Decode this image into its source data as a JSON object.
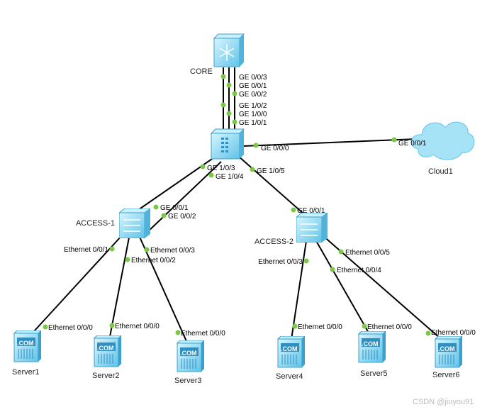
{
  "colors": {
    "link": "#000000",
    "port_dot": "#7ac943",
    "device": "#8fdcf5",
    "cloud": "#9fe0f7"
  },
  "devices": {
    "core": {
      "name": "CORE",
      "icon": "core-switch-icon"
    },
    "aggregation": {
      "name": "",
      "icon": "firewall-switch-icon"
    },
    "cloud": {
      "name": "Cloud1",
      "icon": "cloud-icon"
    },
    "access1": {
      "name": "ACCESS-1",
      "icon": "switch-icon"
    },
    "access2": {
      "name": "ACCESS-2",
      "icon": "switch-icon"
    },
    "servers": [
      {
        "name": "Server1",
        "icon": "server-icon",
        "badge": ".COM"
      },
      {
        "name": "Server2",
        "icon": "server-icon",
        "badge": ".COM"
      },
      {
        "name": "Server3",
        "icon": "server-icon",
        "badge": ".COM"
      },
      {
        "name": "Server4",
        "icon": "server-icon",
        "badge": ".COM"
      },
      {
        "name": "Server5",
        "icon": "server-icon",
        "badge": ".COM"
      },
      {
        "name": "Server6",
        "icon": "server-icon",
        "badge": ".COM"
      }
    ]
  },
  "ports": {
    "core_a": "GE 0/0/3",
    "core_b": "GE 0/0/1",
    "core_c": "GE 0/0/2",
    "agg_a": "GE 1/0/2",
    "agg_b": "GE 1/0/0",
    "agg_c": "GE 1/0/1",
    "agg_cloud": "GE 0/0/0",
    "cloud": "GE 0/0/1",
    "agg_acc1_a": "GE 1/0/3",
    "agg_acc1_b": "GE 1/0/4",
    "agg_acc2": "GE 1/0/5",
    "acc1_up_a": "GE 0/0/1",
    "acc1_up_b": "GE 0/0/2",
    "acc1_s1": "Ethernet 0/0/1",
    "acc1_s2": "Ethernet 0/0/2",
    "acc1_s3": "Ethernet 0/0/3",
    "acc2_up": "GE 0/0/1",
    "acc2_s4": "Ethernet 0/0/3",
    "acc2_s5": "Ethernet 0/0/4",
    "acc2_s6": "Ethernet 0/0/5",
    "s1": "Ethernet 0/0/0",
    "s2": "Ethernet 0/0/0",
    "s3": "Ethernet 0/0/0",
    "s4": "Ethernet 0/0/0",
    "s5": "Ethernet 0/0/0",
    "s6": "Ethernet 0/0/0"
  },
  "watermark": "CSDN @jiuyou91"
}
